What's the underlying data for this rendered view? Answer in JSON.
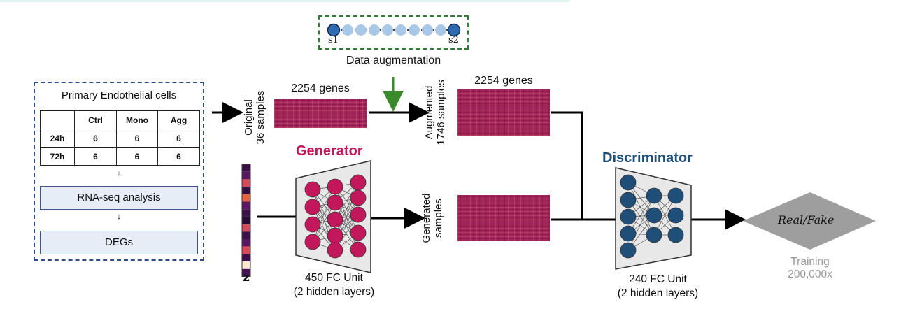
{
  "panel": {
    "title": "Primary Endothelial cells",
    "table": {
      "headers": [
        "",
        "Ctrl",
        "Mono",
        "Agg"
      ],
      "rows": [
        [
          "24h",
          "6",
          "6",
          "6"
        ],
        [
          "72h",
          "6",
          "6",
          "6"
        ]
      ]
    },
    "step1": "RNA-seq analysis",
    "step2": "DEGs",
    "arrow_glyph": "↓"
  },
  "augmentation": {
    "label": "Data augmentation",
    "start_point": "s1",
    "end_point": "s2"
  },
  "original": {
    "genes": "2254 genes",
    "side_line1": "Original",
    "side_line2": "36 samples"
  },
  "augmented": {
    "genes": "2254 genes",
    "side_line1": "Augmented",
    "side_line2": "1746 samples"
  },
  "generated": {
    "side_line1": "Generated",
    "side_line2": "samples"
  },
  "generator": {
    "title": "Generator",
    "fc_line1": "450 FC Unit",
    "fc_line2": "(2 hidden layers)",
    "input_label": "z",
    "node_color": "#c2185b"
  },
  "discriminator": {
    "title": "Discriminator",
    "fc_line1": "240 FC Unit",
    "fc_line2": "(2 hidden layers)",
    "node_color": "#1f4e79"
  },
  "output": {
    "label": "Real/Fake",
    "training_line1": "Training",
    "training_line2": "200,000x"
  }
}
